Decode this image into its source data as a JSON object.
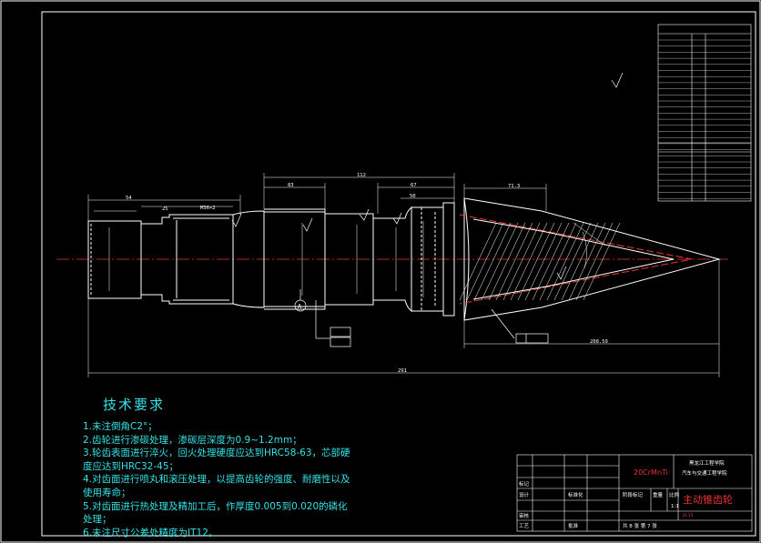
{
  "tech_requirements": {
    "title": "技术要求",
    "items": [
      "1.未注倒角C2°；",
      "2.齿轮进行渗碳处理，渗碳层深度为0.9~1.2mm；",
      "3.轮齿表面进行淬火，回火处理硬度应达到HRC58-63，芯部硬",
      "度应达到HRC32-45；",
      "4.对齿面进行喷丸和滚压处理，以提高齿轮的强度、耐磨性以及",
      "使用寿命；",
      "5.对齿面进行热处理及精加工后，作厚度0.005到0.020的磷化",
      "处理；",
      "6.未注尺寸公差处精度为IT12。"
    ]
  },
  "dimensions": {
    "d_54": "54",
    "d_112": "112",
    "d_83": "83",
    "d_67": "67",
    "d_50": "50",
    "d_71": "71.3",
    "d_25": "25",
    "d_245": "M36×2",
    "d_total": "291",
    "d_right": "208.59",
    "circle_label": "A"
  },
  "title_block": {
    "material": "20CrMnTi",
    "school_line1": "黑龙江工程学院",
    "school_line2": "汽车与交通工程学院",
    "part_name": "主动锥齿轮",
    "label_design": "设计",
    "label_check": "审核",
    "label_process": "工艺",
    "label_std": "标准化",
    "label_approve": "批准",
    "label_mark": "标记",
    "label_sheets": "共 8 张  第 7 张",
    "label_scale": "比例",
    "scale": "1:1",
    "label_weight": "重量",
    "label_stage": "阶段标记",
    "drawing_no": "JS-15"
  }
}
